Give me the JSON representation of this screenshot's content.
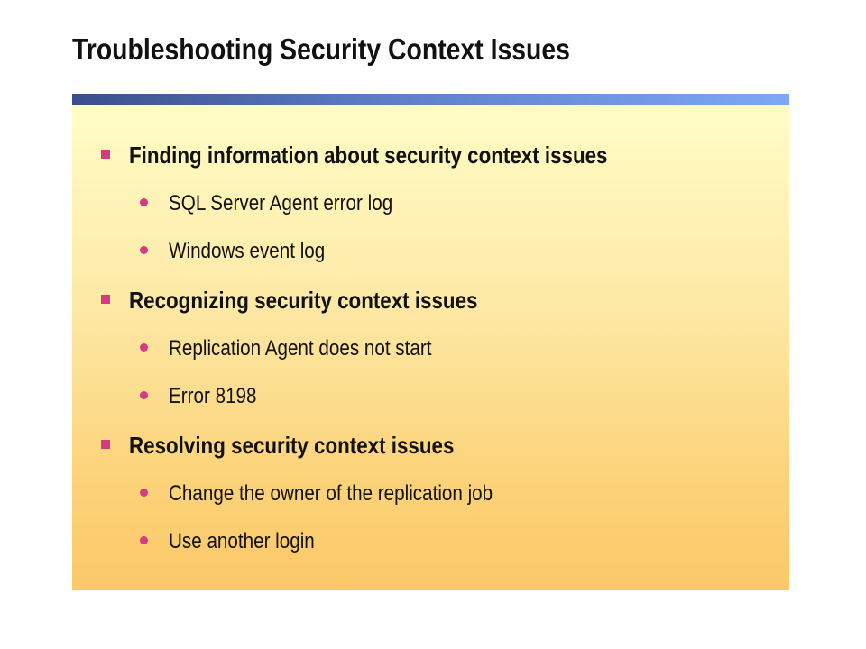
{
  "slide": {
    "title": "Troubleshooting Security Context Issues",
    "bullets": {
      "finding": {
        "heading": "Finding information about security context issues",
        "items": [
          "SQL Server Agent error log",
          "Windows event log"
        ]
      },
      "recognizing": {
        "heading": "Recognizing security context issues",
        "items": [
          "Replication Agent does not start",
          "Error 8198"
        ]
      },
      "resolving": {
        "heading": "Resolving security context issues",
        "items": [
          "Change the owner of the replication job",
          "Use another login"
        ]
      }
    }
  },
  "colors": {
    "bullet_marker": "#d63a83",
    "title_bar_start": "#3a4f8a",
    "title_bar_end": "#7fa7f5",
    "panel_top": "#fffdc6",
    "panel_bottom": "#fbc867"
  }
}
